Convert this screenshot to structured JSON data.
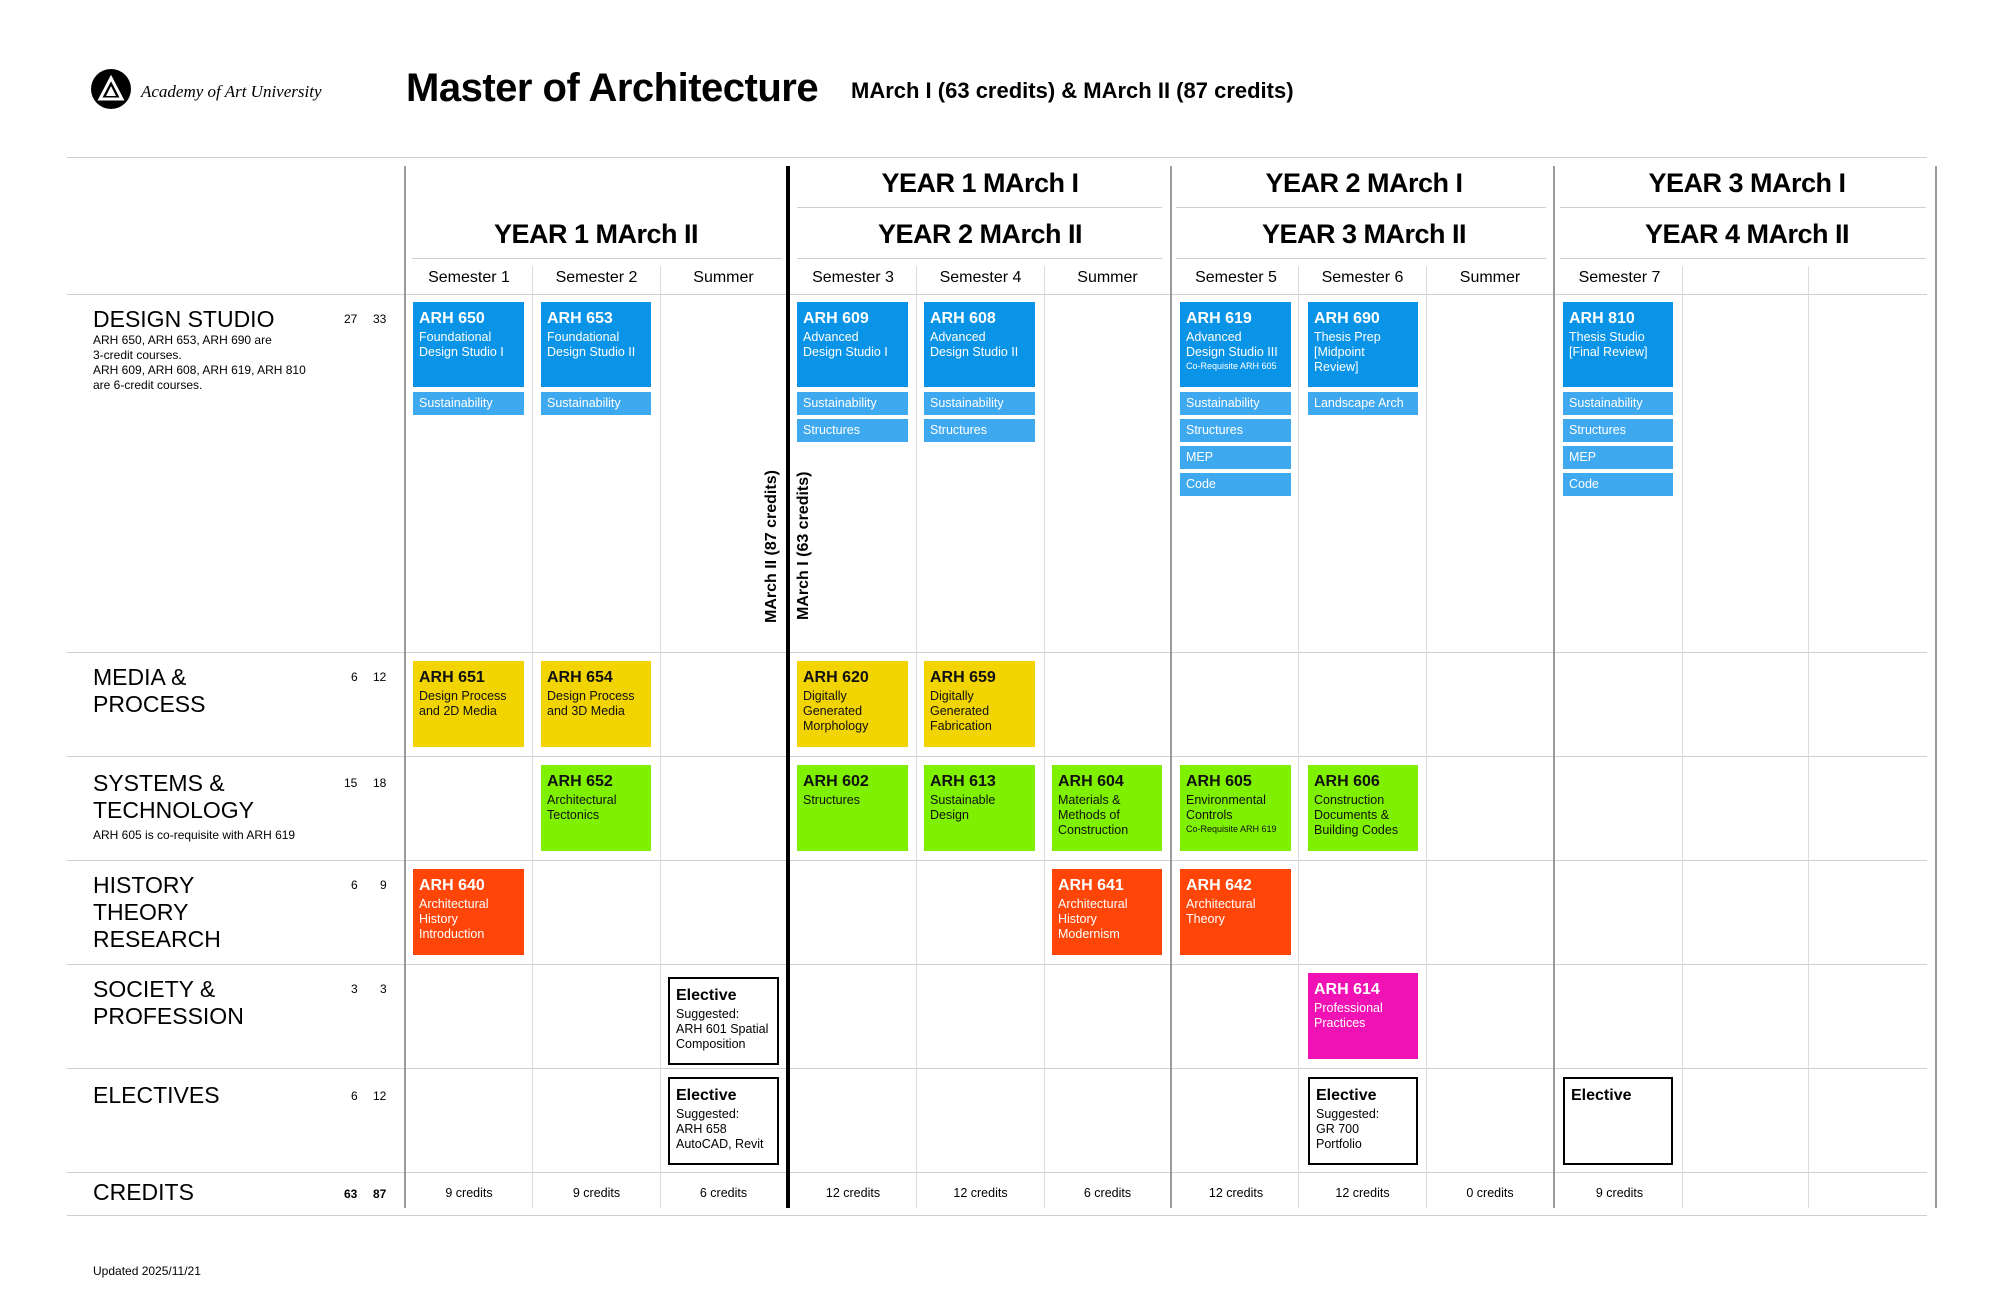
{
  "header": {
    "university": "Academy of Art University",
    "title": "Master of Architecture",
    "subtitle": "MArch I (63 credits) & MArch II (87 credits)"
  },
  "years": {
    "y1_march1": "YEAR 1 MArch I",
    "y2_march1": "YEAR 2 MArch I",
    "y3_march1": "YEAR 3 MArch I",
    "y1_march2": "YEAR 1 MArch II",
    "y2_march2": "YEAR 2 MArch II",
    "y3_march2": "YEAR 3 MArch II",
    "y4_march2": "YEAR 4 MArch II"
  },
  "semesters": [
    "Semester 1",
    "Semester 2",
    "Summer",
    "Semester 3",
    "Semester 4",
    "Summer",
    "Semester 5",
    "Semester 6",
    "Summer",
    "Semester 7",
    "",
    ""
  ],
  "vertical_labels": {
    "march2": "MArch II (87 credits)",
    "march1": "MArch I (63 credits)"
  },
  "rows": {
    "design_studio": {
      "title": "DESIGN STUDIO",
      "note1": "ARH 650, ARH 653, ARH 690 are",
      "note2": "3-credit courses.",
      "note3": "ARH 609, ARH 608, ARH 619, ARH 810",
      "note4": "are 6-credit courses.",
      "c1": "27",
      "c2": "33"
    },
    "media": {
      "title1": "MEDIA &",
      "title2": "PROCESS",
      "c1": "6",
      "c2": "12"
    },
    "systems": {
      "title1": "SYSTEMS &",
      "title2": "TECHNOLOGY",
      "note": "ARH 605 is co-requisite with ARH 619",
      "c1": "15",
      "c2": "18"
    },
    "history": {
      "title1": "HISTORY",
      "title2": "THEORY",
      "title3": "RESEARCH",
      "c1": "6",
      "c2": "9"
    },
    "society": {
      "title1": "SOCIETY &",
      "title2": "PROFESSION",
      "c1": "3",
      "c2": "3"
    },
    "electives": {
      "title": "ELECTIVES",
      "c1": "6",
      "c2": "12"
    },
    "credits": {
      "title": "CREDITS",
      "c1": "63",
      "c2": "87"
    }
  },
  "courses": {
    "arh650": {
      "code": "ARH 650",
      "t1": "Foundational",
      "t2": "Design Studio I"
    },
    "arh653": {
      "code": "ARH 653",
      "t1": "Foundational",
      "t2": "Design Studio II"
    },
    "arh609": {
      "code": "ARH 609",
      "t1": "Advanced",
      "t2": "Design Studio I"
    },
    "arh608": {
      "code": "ARH 608",
      "t1": "Advanced",
      "t2": "Design Studio II"
    },
    "arh619": {
      "code": "ARH 619",
      "t1": "Advanced",
      "t2": "Design Studio III",
      "note": "Co-Requisite ARH 605"
    },
    "arh690": {
      "code": "ARH 690",
      "t1": "Thesis Prep",
      "t2": "[Midpoint",
      "t3": "Review]"
    },
    "arh810": {
      "code": "ARH 810",
      "t1": "Thesis Studio",
      "t2": "[Final Review]"
    },
    "arh651": {
      "code": "ARH 651",
      "t1": "Design Process",
      "t2": "and 2D Media"
    },
    "arh654": {
      "code": "ARH 654",
      "t1": "Design Process",
      "t2": "and 3D Media"
    },
    "arh620": {
      "code": "ARH 620",
      "t1": "Digitally",
      "t2": "Generated",
      "t3": "Morphology"
    },
    "arh659": {
      "code": "ARH 659",
      "t1": "Digitally",
      "t2": "Generated",
      "t3": "Fabrication"
    },
    "arh652": {
      "code": "ARH 652",
      "t1": "Architectural",
      "t2": "Tectonics"
    },
    "arh602": {
      "code": "ARH 602",
      "t1": "Structures"
    },
    "arh613": {
      "code": "ARH 613",
      "t1": "Sustainable",
      "t2": "Design"
    },
    "arh604": {
      "code": "ARH 604",
      "t1": "Materials &",
      "t2": "Methods of",
      "t3": "Construction"
    },
    "arh605": {
      "code": "ARH 605",
      "t1": "Environmental",
      "t2": "Controls",
      "note": "Co-Requisite ARH 619"
    },
    "arh606": {
      "code": "ARH 606",
      "t1": "Construction",
      "t2": "Documents &",
      "t3": "Building Codes"
    },
    "arh640": {
      "code": "ARH 640",
      "t1": "Architectural",
      "t2": "History",
      "t3": "Introduction"
    },
    "arh641": {
      "code": "ARH 641",
      "t1": "Architectural",
      "t2": "History",
      "t3": "Modernism"
    },
    "arh642": {
      "code": "ARH 642",
      "t1": "Architectural",
      "t2": "Theory"
    },
    "arh614": {
      "code": "ARH 614",
      "t1": "Professional",
      "t2": "Practices"
    },
    "elective_s1": {
      "code": "Elective",
      "t1": "Suggested:",
      "t2": "ARH 601 Spatial",
      "t3": "Composition"
    },
    "elective_s2": {
      "code": "Elective",
      "t1": "Suggested:",
      "t2": "ARH 658",
      "t3": "AutoCAD, Revit"
    },
    "elective_s3": {
      "code": "Elective",
      "t1": "Suggested:",
      "t2": "GR 700",
      "t3": "Portfolio"
    },
    "elective_s4": {
      "code": "Elective"
    }
  },
  "tags": {
    "sustainability": "Sustainability",
    "structures": "Structures",
    "mep": "MEP",
    "code": "Code",
    "landscape": "Landscape Arch"
  },
  "column_credits": [
    "9 credits",
    "9 credits",
    "6 credits",
    "12 credits",
    "12 credits",
    "6 credits",
    "12 credits",
    "12 credits",
    "0 credits",
    "9 credits"
  ],
  "footer": {
    "updated": "Updated 2025/11/21"
  },
  "colors": {
    "design_studio": "#0a94e8",
    "studio_tag": "#3fa9f0",
    "media": "#f2d400",
    "systems": "#7ef000",
    "history": "#ff4508",
    "society": "#f012b4"
  }
}
